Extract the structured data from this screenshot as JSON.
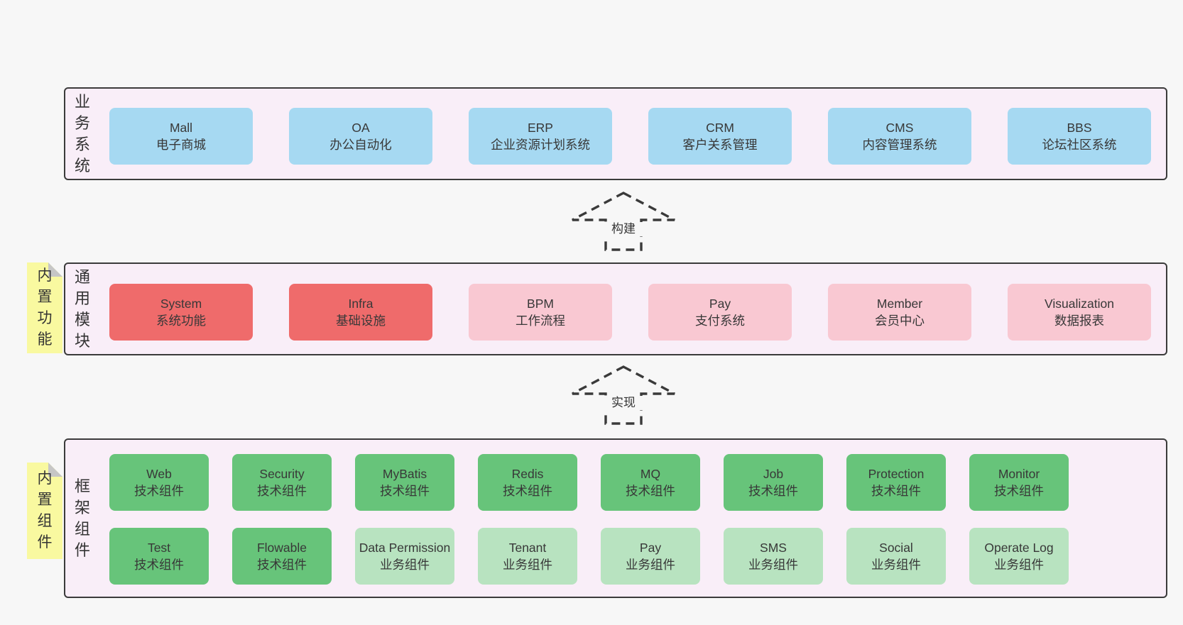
{
  "colors": {
    "page_background": "#f7f7f7",
    "layer_background": "#f9eef8",
    "layer_border": "#3b3b3b",
    "blue": "#a6d9f2",
    "red": "#ef6b6b",
    "pink": "#f9c8d2",
    "green": "#67c47a",
    "green_light": "#b8e3c0",
    "note_yellow": "#f9f9a0",
    "note_fold_gray": "#c6c6c6",
    "arrow": "#3a3a3a"
  },
  "arrows": [
    {
      "label": "构建"
    },
    {
      "label": "实现"
    }
  ],
  "notes": [
    {
      "text": "内置功能"
    },
    {
      "text": "内置组件"
    }
  ],
  "layers": [
    {
      "label": "业务系统",
      "rows": [
        [
          {
            "en": "Mall",
            "zh": "电子商城",
            "variant": "blue"
          },
          {
            "en": "OA",
            "zh": "办公自动化",
            "variant": "blue"
          },
          {
            "en": "ERP",
            "zh": "企业资源计划系统",
            "variant": "blue"
          },
          {
            "en": "CRM",
            "zh": "客户关系管理",
            "variant": "blue"
          },
          {
            "en": "CMS",
            "zh": "内容管理系统",
            "variant": "blue"
          },
          {
            "en": "BBS",
            "zh": "论坛社区系统",
            "variant": "blue"
          }
        ]
      ]
    },
    {
      "label": "通用模块",
      "rows": [
        [
          {
            "en": "System",
            "zh": "系统功能",
            "variant": "red"
          },
          {
            "en": "Infra",
            "zh": "基础设施",
            "variant": "red"
          },
          {
            "en": "BPM",
            "zh": "工作流程",
            "variant": "pink"
          },
          {
            "en": "Pay",
            "zh": "支付系统",
            "variant": "pink"
          },
          {
            "en": "Member",
            "zh": "会员中心",
            "variant": "pink"
          },
          {
            "en": "Visualization",
            "zh": "数据报表",
            "variant": "pink"
          }
        ]
      ]
    },
    {
      "label": "框架组件",
      "rows": [
        [
          {
            "en": "Web",
            "zh": "技术组件",
            "variant": "green"
          },
          {
            "en": "Security",
            "zh": "技术组件",
            "variant": "green"
          },
          {
            "en": "MyBatis",
            "zh": "技术组件",
            "variant": "green"
          },
          {
            "en": "Redis",
            "zh": "技术组件",
            "variant": "green"
          },
          {
            "en": "MQ",
            "zh": "技术组件",
            "variant": "green"
          },
          {
            "en": "Job",
            "zh": "技术组件",
            "variant": "green"
          },
          {
            "en": "Protection",
            "zh": "技术组件",
            "variant": "green"
          },
          {
            "en": "Monitor",
            "zh": "技术组件",
            "variant": "green"
          }
        ],
        [
          {
            "en": "Test",
            "zh": "技术组件",
            "variant": "green"
          },
          {
            "en": "Flowable",
            "zh": "技术组件",
            "variant": "green"
          },
          {
            "en": "Data Permission",
            "zh": "业务组件",
            "variant": "green-light"
          },
          {
            "en": "Tenant",
            "zh": "业务组件",
            "variant": "green-light"
          },
          {
            "en": "Pay",
            "zh": "业务组件",
            "variant": "green-light"
          },
          {
            "en": "SMS",
            "zh": "业务组件",
            "variant": "green-light"
          },
          {
            "en": "Social",
            "zh": "业务组件",
            "variant": "green-light"
          },
          {
            "en": "Operate Log",
            "zh": "业务组件",
            "variant": "green-light"
          }
        ]
      ]
    }
  ]
}
